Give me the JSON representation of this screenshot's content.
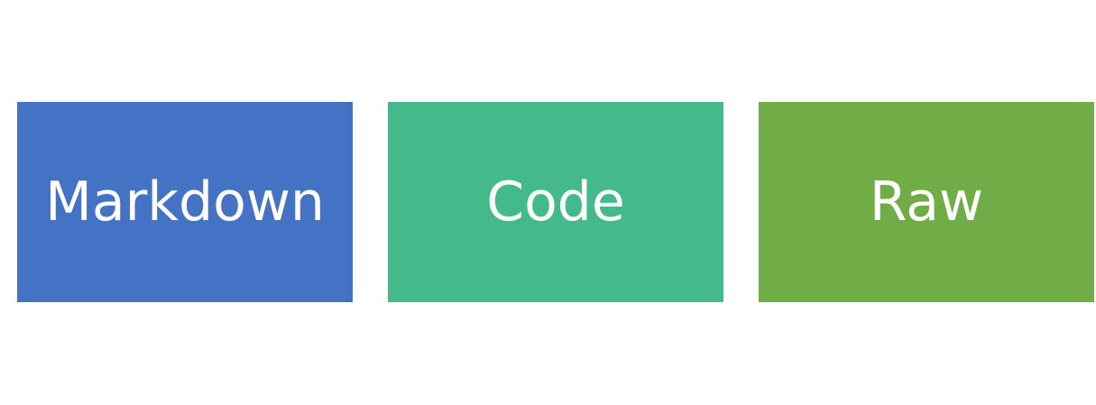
{
  "boxes": [
    {
      "label": "Markdown",
      "color": "#4472C4"
    },
    {
      "label": "Code",
      "color": "#44BA8C"
    },
    {
      "label": "Raw",
      "color": "#70AD47"
    }
  ]
}
